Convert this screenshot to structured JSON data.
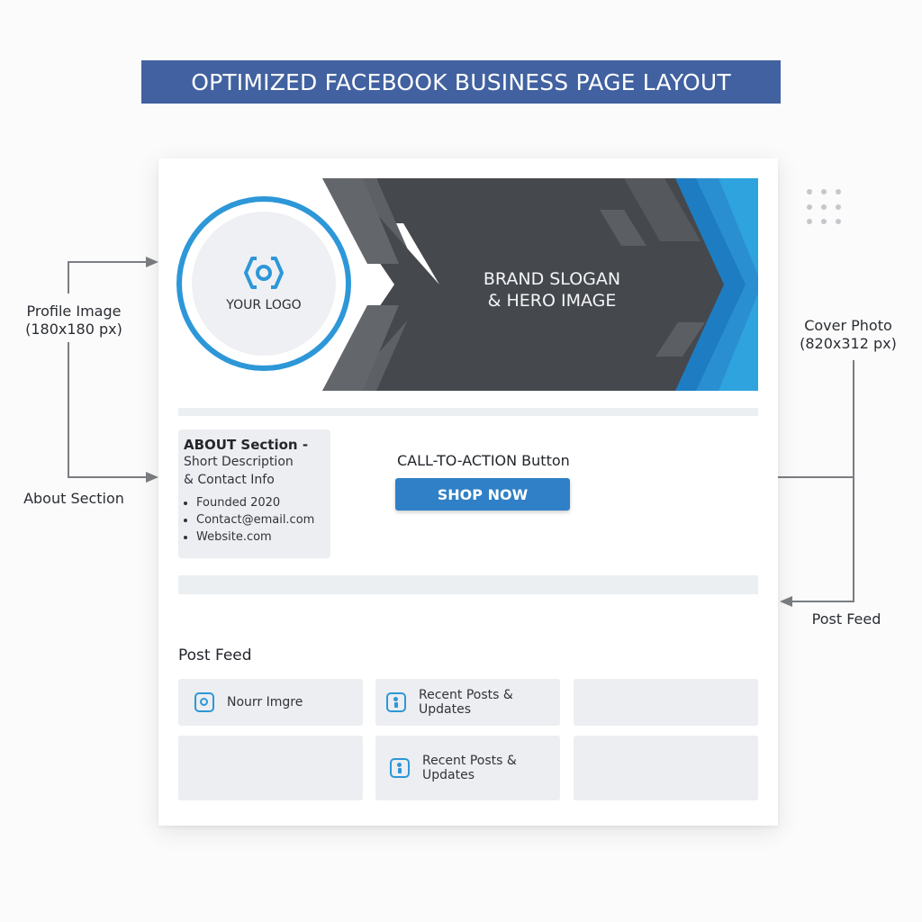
{
  "header": {
    "title": "OPTIMIZED FACEBOOK BUSINESS PAGE LAYOUT"
  },
  "cover": {
    "slogan_line1": "BRAND SLOGAN",
    "slogan_line2": "& HERO IMAGE",
    "colors": {
      "dark": "#45484d",
      "blue_dark": "#1e7dc2",
      "blue_light": "#2ea3de"
    }
  },
  "profile": {
    "logo_icon": "hexagon-logo-icon",
    "logo_text": "YOUR LOGO",
    "ring_color": "#2d97d8"
  },
  "about": {
    "title": "ABOUT Section -",
    "subtitle_line1": "Short Description",
    "subtitle_line2": "& Contact Info",
    "items": [
      "Founded 2020",
      "Contact@email.com",
      "Website.com"
    ]
  },
  "cta": {
    "label": "CALL-TO-ACTION Button",
    "button": "SHOP NOW",
    "color": "#2f80c6"
  },
  "feed": {
    "title": "Post Feed",
    "tiles": [
      {
        "icon": "camera-icon",
        "text": "Nourr Imgre"
      },
      {
        "icon": "info-icon",
        "text": "Recent Posts & Updates"
      },
      {
        "icon": "",
        "text": ""
      },
      {
        "icon": "",
        "text": ""
      },
      {
        "icon": "info-icon",
        "text": "Recent Posts & Updates"
      },
      {
        "icon": "",
        "text": ""
      }
    ]
  },
  "annotations": {
    "profile_line1": "Profile Image",
    "profile_line2": "(180x180 px)",
    "about": "About Section",
    "cover_line1": "Cover Photo",
    "cover_line2": "(820x312 px)",
    "post_feed": "Post Feed"
  }
}
